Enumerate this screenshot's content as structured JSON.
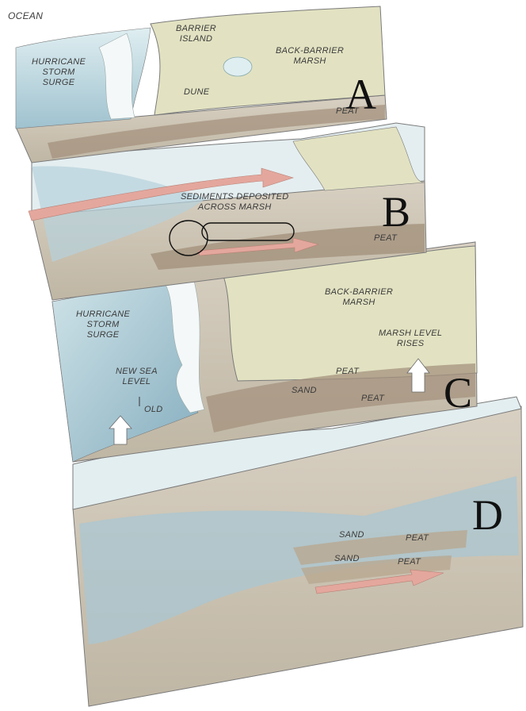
{
  "labels": {
    "ocean": "OCEAN",
    "a": {
      "storm_1": "HURRICANE",
      "storm_2": "STORM",
      "storm_3": "SURGE",
      "island_1": "BARRIER",
      "island_2": "ISLAND",
      "marsh_1": "BACK-BARRIER",
      "marsh_2": "MARSH",
      "dune": "DUNE",
      "peat": "PEAT"
    },
    "b": {
      "sediments_1": "SEDIMENTS DEPOSITED",
      "sediments_2": "ACROSS MARSH",
      "peat": "PEAT"
    },
    "c": {
      "storm_1": "HURRICANE",
      "storm_2": "STORM",
      "storm_3": "SURGE",
      "marsh_1": "BACK-BARRIER",
      "marsh_2": "MARSH",
      "rises_1": "MARSH LEVEL",
      "rises_2": "RISES",
      "sea_1": "NEW SEA",
      "sea_2": "LEVEL",
      "old": "OLD",
      "peat_upper": "PEAT",
      "sand": "SAND",
      "peat_lower": "PEAT"
    },
    "d": {
      "sand_1": "SAND",
      "peat_1": "PEAT",
      "sand_2": "SAND",
      "peat_2": "PEAT"
    }
  },
  "panel_letters": [
    "A",
    "B",
    "C",
    "D"
  ],
  "colors": {
    "water": "#bcd7de",
    "water_deep": "#8db3c3",
    "marsh": "#e2e2c2",
    "block_side": "#c8bfae",
    "peat": "#a4927d",
    "arrow": "#e4a79d",
    "outline": "#6a6a6a"
  }
}
